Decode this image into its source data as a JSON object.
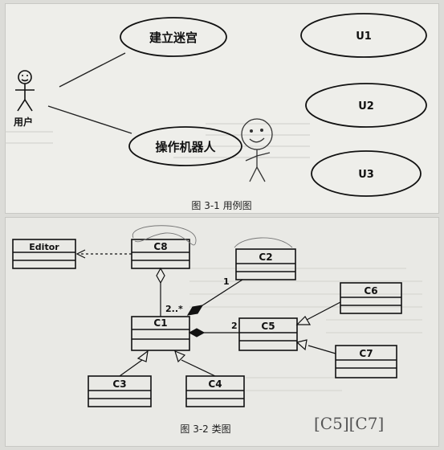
{
  "use_case_diagram": {
    "actor_user": "用户",
    "use_cases": {
      "build_maze": "建立迷宫",
      "operate_robot": "操作机器人",
      "u1": "U1",
      "u2": "U2",
      "u3": "U3"
    },
    "caption": "图 3-1   用例图"
  },
  "class_diagram": {
    "classes": {
      "editor": "Editor",
      "c1": "C1",
      "c2": "C2",
      "c3": "C3",
      "c4": "C4",
      "c5": "C5",
      "c6": "C6",
      "c7": "C7",
      "c8": "C8"
    },
    "multiplicities": {
      "c1_c2_near_c2": "1",
      "c1_c2_near_c1": "2..*",
      "c1_c5": "2"
    },
    "caption": "图 3-2   类图",
    "handwritten_note": "[C5][C7]"
  },
  "colors": {
    "ink": "#111111",
    "paper": "#ecece8"
  }
}
